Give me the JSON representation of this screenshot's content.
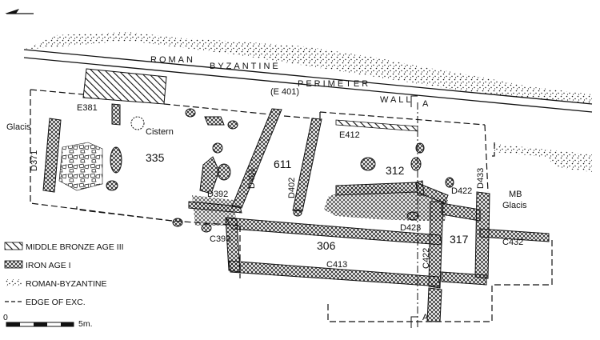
{
  "north_icon": "north-arrow-icon",
  "perimeter_wall": {
    "words": [
      "ROMAN",
      "BYZANTINE",
      "PERIMETER",
      "WALL"
    ],
    "code": "(E 401)"
  },
  "rooms": [
    "335",
    "611",
    "312",
    "306",
    "317"
  ],
  "features": {
    "e381": "E381",
    "cistern": "Cistern",
    "glacis_w": "Glacis",
    "d371": "D371",
    "d392": "D392",
    "d401": "D401",
    "d402": "D402",
    "e412": "E412",
    "d422": "D422",
    "d433": "D433",
    "d423": "D423",
    "c393": "C393",
    "c413": "C413",
    "c422": "C422",
    "c432": "C432",
    "mb_glacis_1": "MB",
    "mb_glacis_2": "Glacis",
    "section_a": "A"
  },
  "legend": [
    {
      "label": "MIDDLE BRONZE AGE III",
      "pattern": "hatch"
    },
    {
      "label": "IRON AGE I",
      "pattern": "crosshatch"
    },
    {
      "label": "ROMAN-BYZANTINE",
      "pattern": "dots"
    },
    {
      "label": "EDGE OF EXC.",
      "pattern": "dashed"
    }
  ],
  "scale": {
    "start": "0",
    "end": "5m."
  },
  "colors": {
    "ink": "#111111",
    "paper": "#ffffff"
  }
}
